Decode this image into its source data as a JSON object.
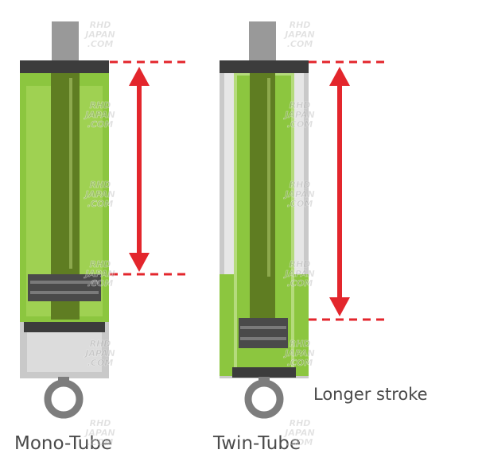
{
  "labels": {
    "mono": "Mono-Tube",
    "twin": "Twin-Tube",
    "stroke": "Longer stroke"
  },
  "watermark": {
    "line1": "RHD",
    "line2": "JAPAN",
    "line3": ".COM"
  },
  "colors": {
    "green_light": "#8cc63f",
    "green_pale": "#b5db7c",
    "green_rod": "#5f7d22",
    "dark": "#3c3c3c",
    "gray": "#999999",
    "gray_light": "#c9c9c9",
    "red": "#e3262c"
  }
}
